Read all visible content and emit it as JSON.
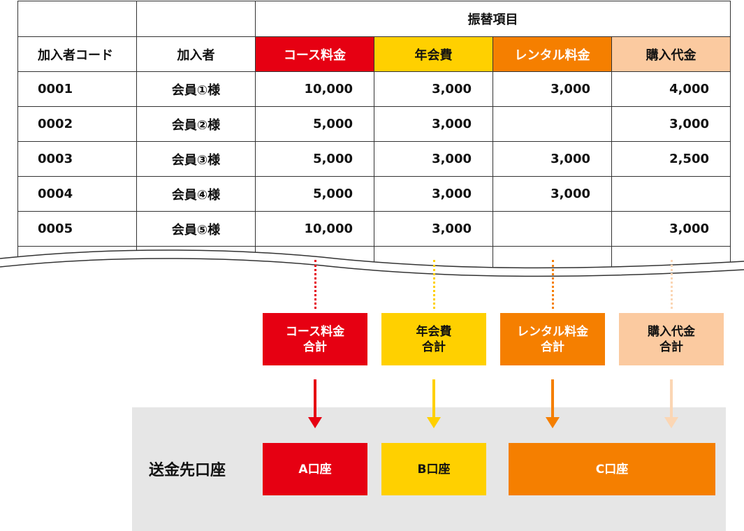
{
  "table": {
    "group_header": "振替項目",
    "col_code": "加入者コード",
    "col_member": "加入者",
    "item_headers": [
      "コース料金",
      "年会費",
      "レンタル料金",
      "購入代金"
    ],
    "rows": [
      {
        "code": "0001",
        "member": "会員①様",
        "values": [
          "10,000",
          "3,000",
          "3,000",
          "4,000"
        ]
      },
      {
        "code": "0002",
        "member": "会員②様",
        "values": [
          "5,000",
          "3,000",
          "",
          "3,000"
        ]
      },
      {
        "code": "0003",
        "member": "会員③様",
        "values": [
          "5,000",
          "3,000",
          "3,000",
          "2,500"
        ]
      },
      {
        "code": "0004",
        "member": "会員④様",
        "values": [
          "5,000",
          "3,000",
          "3,000",
          ""
        ]
      },
      {
        "code": "0005",
        "member": "会員⑤様",
        "values": [
          "10,000",
          "3,000",
          "",
          "3,000"
        ]
      }
    ]
  },
  "totals": [
    {
      "line1": "コース料金",
      "line2": "合計"
    },
    {
      "line1": "年会費",
      "line2": "合計"
    },
    {
      "line1": "レンタル料金",
      "line2": "合計"
    },
    {
      "line1": "購入代金",
      "line2": "合計"
    }
  ],
  "destination": {
    "label": "送金先口座",
    "accounts": [
      "A口座",
      "B口座",
      "C口座"
    ]
  },
  "colors": {
    "red": "#e60012",
    "yellow": "#ffd000",
    "orange": "#f57f00",
    "peach": "#fbcaa0",
    "arrow_peach": "#fbd6b4"
  }
}
